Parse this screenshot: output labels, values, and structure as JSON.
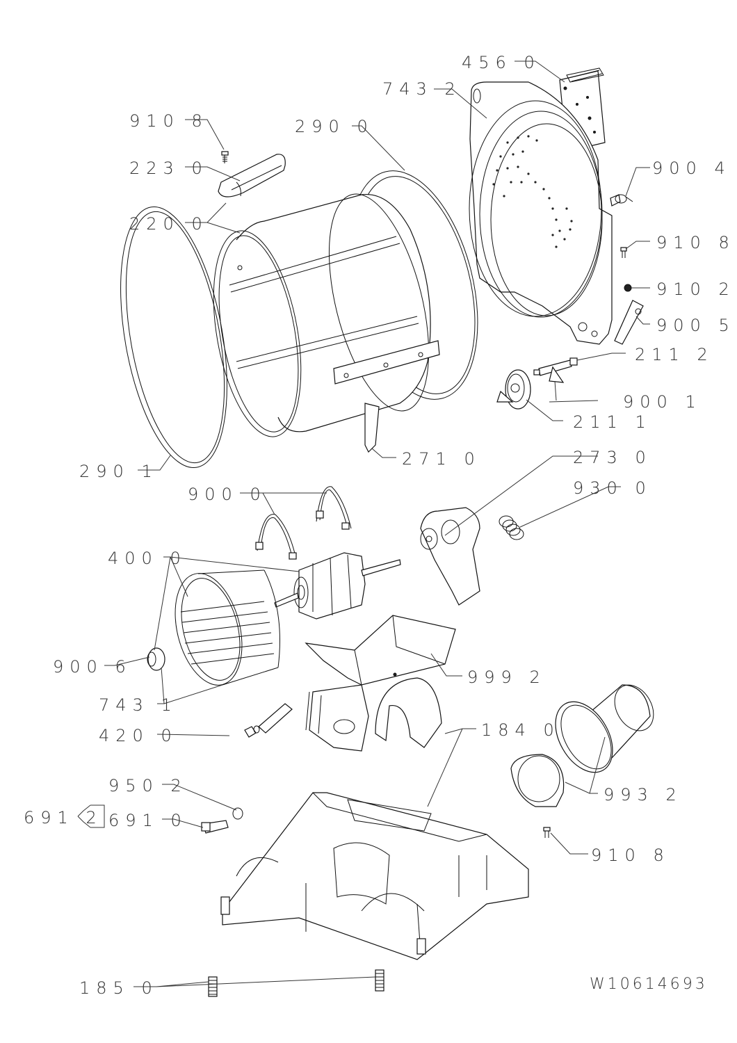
{
  "diagram": {
    "title": "Dryer drum, motor and base exploded parts diagram",
    "document_number": "W10614693",
    "line_color": "#333333",
    "background": "#ffffff",
    "labels": [
      {
        "id": "456-0",
        "text": "456 0",
        "part": "control board / terminal block"
      },
      {
        "id": "743-2",
        "text": "743 2",
        "part": "rear drum panel"
      },
      {
        "id": "910-8-a",
        "text": "910 8",
        "part": "screw"
      },
      {
        "id": "290-0",
        "text": "290 0",
        "part": "drum seal"
      },
      {
        "id": "223-0",
        "text": "223 0",
        "part": "drum baffle"
      },
      {
        "id": "900-4",
        "text": "900 4",
        "part": "thermostat"
      },
      {
        "id": "220-0",
        "text": "220 0",
        "part": "drum"
      },
      {
        "id": "910-8-b",
        "text": "910 8",
        "part": "screw"
      },
      {
        "id": "910-2",
        "text": "910 2",
        "part": "nut"
      },
      {
        "id": "900-5",
        "text": "900 5",
        "part": "bracket"
      },
      {
        "id": "211-2",
        "text": "211 2",
        "part": "roller axle"
      },
      {
        "id": "900-1",
        "text": "900 1",
        "part": "clip"
      },
      {
        "id": "211-1",
        "text": "211 1",
        "part": "drum roller"
      },
      {
        "id": "271-0",
        "text": "271 0",
        "part": "drive belt"
      },
      {
        "id": "290-1",
        "text": "290 1",
        "part": "front drum seal"
      },
      {
        "id": "273-0",
        "text": "273 0",
        "part": "idler pulley assembly"
      },
      {
        "id": "900-0",
        "text": "900 0",
        "part": "motor clamps"
      },
      {
        "id": "930-0",
        "text": "930 0",
        "part": "idler spring"
      },
      {
        "id": "400-0",
        "text": "400 0",
        "part": "motor"
      },
      {
        "id": "900-6",
        "text": "900 6",
        "part": "blower clamp"
      },
      {
        "id": "999-2",
        "text": "999 2",
        "part": "motor cover"
      },
      {
        "id": "743-1",
        "text": "743 1",
        "part": "blower wheel"
      },
      {
        "id": "184-0",
        "text": "184 0",
        "part": "blower housing"
      },
      {
        "id": "420-0",
        "text": "420 0",
        "part": "thermal fuse / sensor"
      },
      {
        "id": "993-2",
        "text": "993 2",
        "part": "exhaust duct"
      },
      {
        "id": "691-2",
        "text": "691 2",
        "part": "kit"
      },
      {
        "id": "950-2",
        "text": "950 2",
        "part": "o-ring"
      },
      {
        "id": "691-0",
        "text": "691 0",
        "part": "sensor"
      },
      {
        "id": "910-8-c",
        "text": "910 8",
        "part": "screw"
      },
      {
        "id": "185-0",
        "text": "185 0",
        "part": "leveling feet"
      }
    ]
  }
}
